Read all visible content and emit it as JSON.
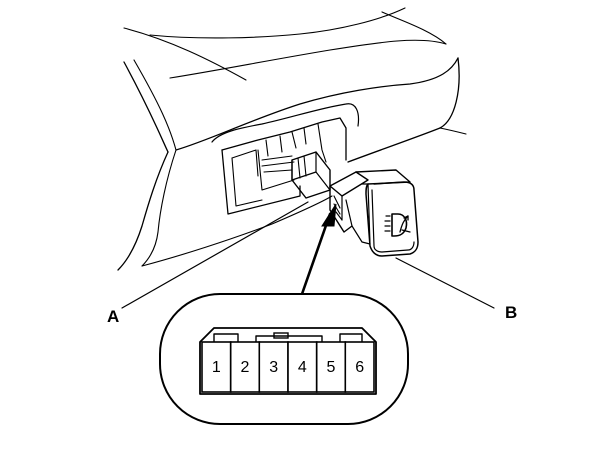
{
  "callouts": {
    "a": "A",
    "b": "B"
  },
  "connector_pins": [
    "1",
    "2",
    "3",
    "4",
    "5",
    "6"
  ],
  "switch_icon": "headlight-leveling-icon",
  "colors": {
    "line": "#000000",
    "background": "#ffffff"
  }
}
